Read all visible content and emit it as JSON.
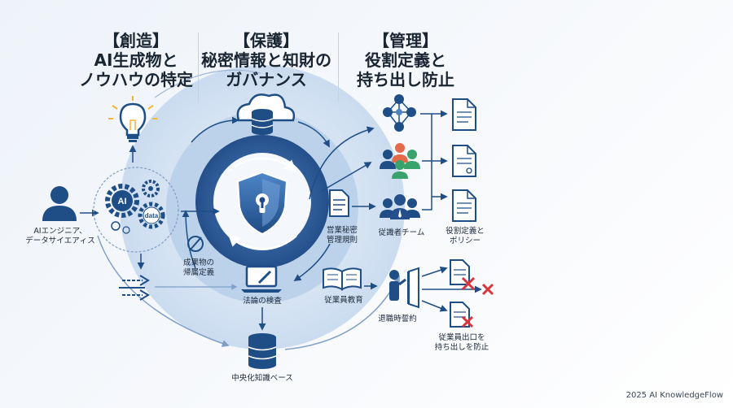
{
  "headings": {
    "create": {
      "line1": "【創造】",
      "line2": "AI生成物と",
      "line3": "ノウハウの特定"
    },
    "protect": {
      "line1": "【保護】",
      "line2": "秘密情報と知財の",
      "line3": "ガバナンス"
    },
    "manage": {
      "line1": "【管理】",
      "line2": "役割定義と",
      "line3": "持ち出し防止"
    }
  },
  "labels": {
    "ai_engineer": {
      "line1": "AIエンジニア、",
      "line2": "データサイエアィス"
    },
    "gear_ai": "AI",
    "gear_data": "data",
    "attribution": {
      "line1": "成果物の",
      "line2": "帰属定義"
    },
    "legal_review": "法論の検査",
    "knowledge_base": "中央化知識ベース",
    "trade_secret": {
      "line1": "営業秘密",
      "line2": "管理規則"
    },
    "employee_edu": "従業員教育",
    "employee_team": "従識者チーム",
    "role_policy": {
      "line1": "役割定義と",
      "line2": "ポリシー"
    },
    "retirement": "退職時誓約",
    "prevent_exit": {
      "line1": "従業員出口を",
      "line2": "持ち出しを防止"
    }
  },
  "footer": "2025 AI KnowledgeFlow",
  "colors": {
    "navy": "#1f4e86",
    "mid_blue": "#3b6fb0",
    "light_blue": "#d7e4f3",
    "red": "#d9343b",
    "bulb": "#f2b632",
    "green": "#3aa36b",
    "orange": "#e56a4a"
  }
}
